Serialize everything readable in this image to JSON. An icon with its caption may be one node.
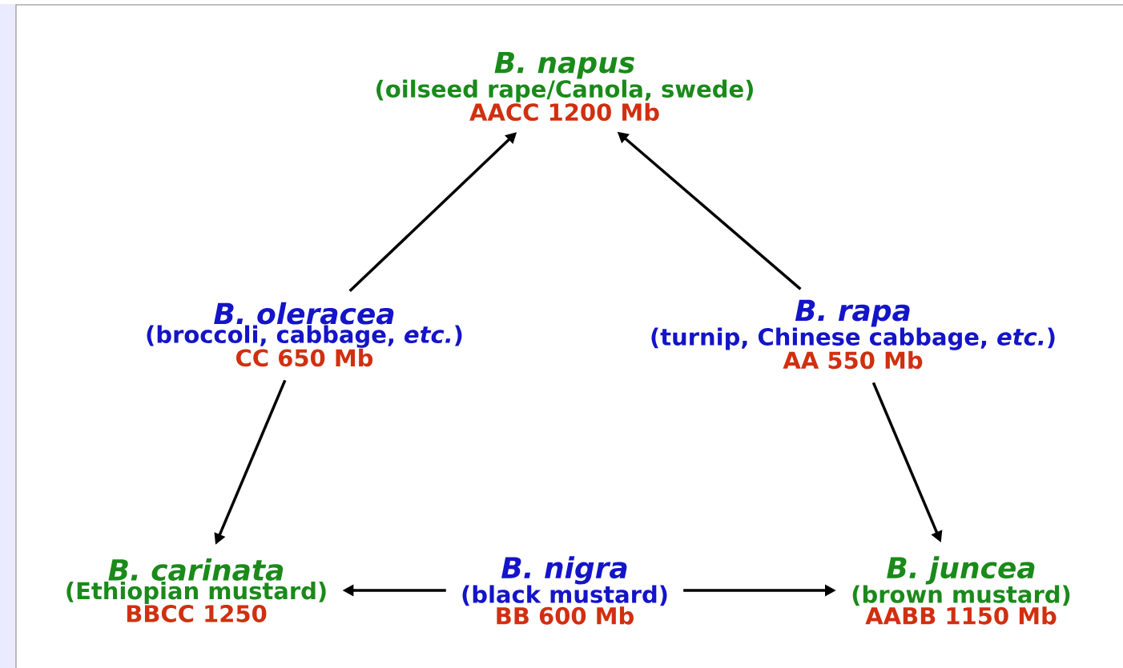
{
  "diagram": {
    "nodes": [
      {
        "text": [
          "B. napus",
          "(oilseed rape/Canola, swede)",
          "AACC 1200 Mb"
        ]
      },
      {
        "text": [
          "B. oleracea",
          "(broccoli, cabbage, *etc.*)",
          "CC 650 Mb"
        ]
      },
      {
        "text": [
          "B. rapa",
          "(turnip, Chinese cabbage, *etc.*)",
          "AA 550 Mb"
        ]
      },
      {
        "text": [
          "B. carinata",
          "(Ethiopian mustard)",
          "BBCC 1250"
        ]
      },
      {
        "text": [
          "B. nigra",
          "(black mustard)",
          "BB 600 Mb"
        ]
      },
      {
        "text": [
          "B. juncea",
          "(brown mustard)",
          "AABB 1150 Mb"
        ]
      }
    ],
    "edges": [
      {
        "from": 1,
        "to": 0,
        "arrow": "to"
      },
      {
        "from": 2,
        "to": 0,
        "arrow": "to"
      },
      {
        "from": 1,
        "to": 3,
        "arrow": "to"
      },
      {
        "from": 2,
        "to": 5,
        "arrow": "to"
      },
      {
        "from": 4,
        "to": 3,
        "arrow": "to"
      },
      {
        "from": 4,
        "to": 5,
        "arrow": "to"
      }
    ]
  }
}
